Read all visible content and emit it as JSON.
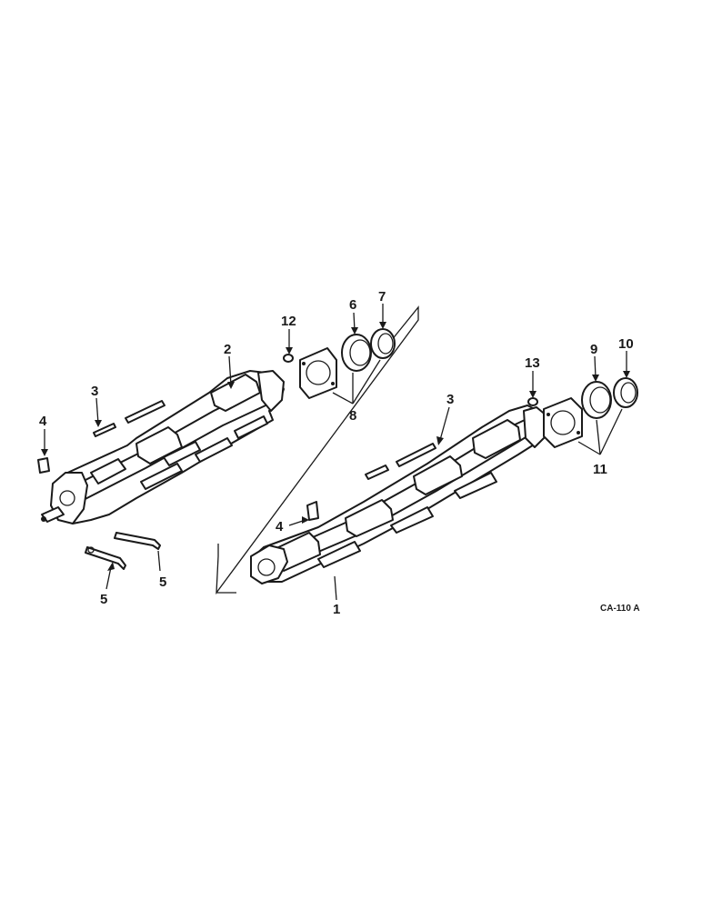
{
  "diagram": {
    "figure_code": "CA-110 A",
    "callouts": {
      "c1": "1",
      "c2": "2",
      "c3_left": "3",
      "c3_right": "3",
      "c4_left": "4",
      "c4_right": "4",
      "c5_a": "5",
      "c5_b": "5",
      "c6": "6",
      "c7": "7",
      "c8": "8",
      "c9": "9",
      "c10": "10",
      "c11": "11",
      "c12": "12",
      "c13": "13"
    }
  }
}
